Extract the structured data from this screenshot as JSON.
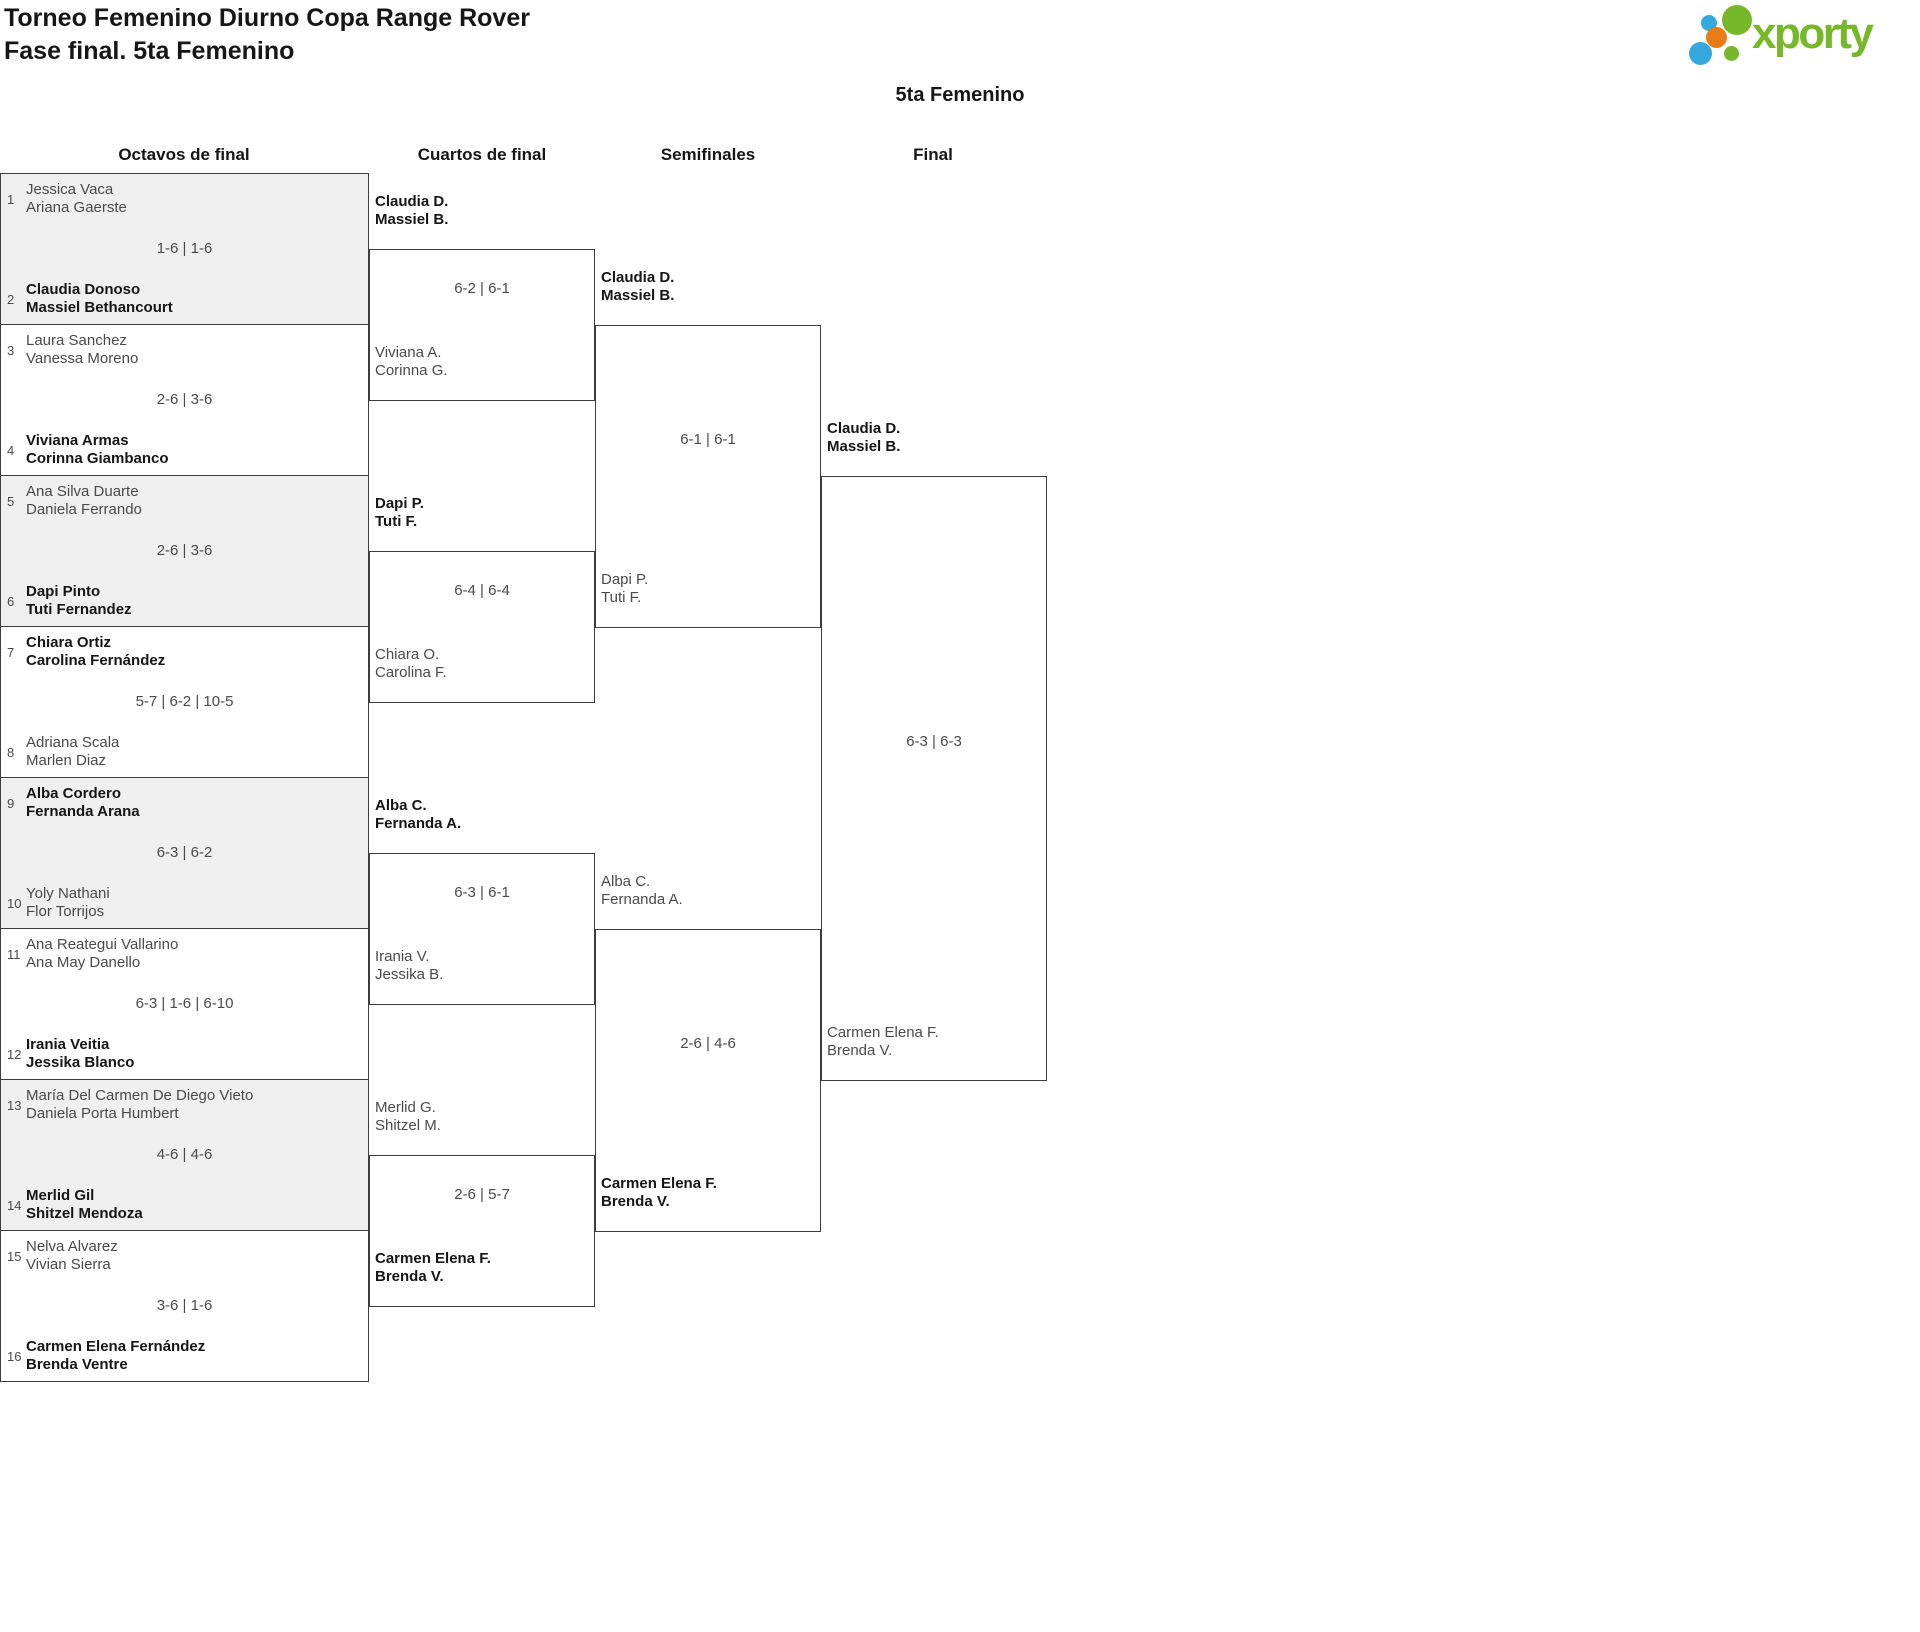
{
  "header": {
    "title_line1": "Torneo Femenino Diurno Copa Range Rover",
    "title_line2": "Fase final. 5ta Femenino",
    "category": "5ta Femenino",
    "logo_text": "xporty",
    "logo_colors": {
      "green": "#76b82a",
      "blue": "#35a8e0",
      "orange": "#e87c16"
    }
  },
  "columns": [
    "Octavos de final",
    "Cuartos de final",
    "Semifinales",
    "Final"
  ],
  "bracket": {
    "round16": [
      {
        "shaded": true,
        "a": {
          "seed": "1",
          "names": [
            "Jessica Vaca",
            "Ariana Gaerste"
          ],
          "winner": false
        },
        "score": "1-6 | 1-6",
        "b": {
          "seed": "2",
          "names": [
            "Claudia Donoso",
            "Massiel Bethancourt"
          ],
          "winner": true
        }
      },
      {
        "shaded": false,
        "a": {
          "seed": "3",
          "names": [
            "Laura Sanchez",
            "Vanessa Moreno"
          ],
          "winner": false
        },
        "score": "2-6 | 3-6",
        "b": {
          "seed": "4",
          "names": [
            "Viviana Armas",
            "Corinna Giambanco"
          ],
          "winner": true
        }
      },
      {
        "shaded": true,
        "a": {
          "seed": "5",
          "names": [
            "Ana Silva Duarte",
            "Daniela Ferrando"
          ],
          "winner": false
        },
        "score": "2-6 | 3-6",
        "b": {
          "seed": "6",
          "names": [
            "Dapi Pinto",
            "Tuti Fernandez"
          ],
          "winner": true
        }
      },
      {
        "shaded": false,
        "a": {
          "seed": "7",
          "names": [
            "Chiara Ortiz",
            "Carolina Fernández"
          ],
          "winner": true
        },
        "score": "5-7 | 6-2 | 10-5",
        "b": {
          "seed": "8",
          "names": [
            "Adriana Scala",
            "Marlen Diaz"
          ],
          "winner": false
        }
      },
      {
        "shaded": true,
        "a": {
          "seed": "9",
          "names": [
            "Alba Cordero",
            "Fernanda Arana"
          ],
          "winner": true
        },
        "score": "6-3 | 6-2",
        "b": {
          "seed": "10",
          "names": [
            "Yoly Nathani",
            "Flor Torrijos"
          ],
          "winner": false
        }
      },
      {
        "shaded": false,
        "a": {
          "seed": "11",
          "names": [
            "Ana Reategui Vallarino",
            "Ana May Danello"
          ],
          "winner": false
        },
        "score": "6-3 | 1-6 | 6-10",
        "b": {
          "seed": "12",
          "names": [
            "Irania Veitia",
            "Jessika Blanco"
          ],
          "winner": true
        }
      },
      {
        "shaded": true,
        "a": {
          "seed": "13",
          "names": [
            "María Del Carmen De Diego Vieto",
            "Daniela Porta Humbert"
          ],
          "winner": false
        },
        "score": "4-6 | 4-6",
        "b": {
          "seed": "14",
          "names": [
            "Merlid Gil",
            "Shitzel Mendoza"
          ],
          "winner": true
        }
      },
      {
        "shaded": false,
        "a": {
          "seed": "15",
          "names": [
            "Nelva Alvarez",
            "Vivian Sierra"
          ],
          "winner": false
        },
        "score": "3-6 | 1-6",
        "b": {
          "seed": "16",
          "names": [
            "Carmen Elena Fernández",
            "Brenda Ventre"
          ],
          "winner": true
        }
      }
    ],
    "quarterfinals": [
      {
        "a": {
          "names": [
            "Claudia D.",
            "Massiel B."
          ],
          "winner": true
        },
        "score": "6-2 | 6-1",
        "b": {
          "names": [
            "Viviana A.",
            "Corinna G."
          ],
          "winner": false
        }
      },
      {
        "a": {
          "names": [
            "Dapi P.",
            "Tuti F."
          ],
          "winner": true
        },
        "score": "6-4 | 6-4",
        "b": {
          "names": [
            "Chiara O.",
            "Carolina F."
          ],
          "winner": false
        }
      },
      {
        "a": {
          "names": [
            "Alba C.",
            "Fernanda A."
          ],
          "winner": true
        },
        "score": "6-3 | 6-1",
        "b": {
          "names": [
            "Irania V.",
            "Jessika B."
          ],
          "winner": false
        }
      },
      {
        "a": {
          "names": [
            "Merlid G.",
            "Shitzel M."
          ],
          "winner": false
        },
        "score": "2-6 | 5-7",
        "b": {
          "names": [
            "Carmen Elena F.",
            "Brenda V."
          ],
          "winner": true
        }
      }
    ],
    "semifinals": [
      {
        "a": {
          "names": [
            "Claudia D.",
            "Massiel B."
          ],
          "winner": true
        },
        "score": "6-1 | 6-1",
        "b": {
          "names": [
            "Dapi P.",
            "Tuti F."
          ],
          "winner": false
        }
      },
      {
        "a": {
          "names": [
            "Alba C.",
            "Fernanda A."
          ],
          "winner": false
        },
        "score": "2-6 | 4-6",
        "b": {
          "names": [
            "Carmen Elena F.",
            "Brenda V."
          ],
          "winner": true
        }
      }
    ],
    "final": [
      {
        "a": {
          "names": [
            "Claudia D.",
            "Massiel B."
          ],
          "winner": true
        },
        "score": "6-3 | 6-3",
        "b": {
          "names": [
            "Carmen Elena F.",
            "Brenda V."
          ],
          "winner": false
        }
      }
    ]
  }
}
